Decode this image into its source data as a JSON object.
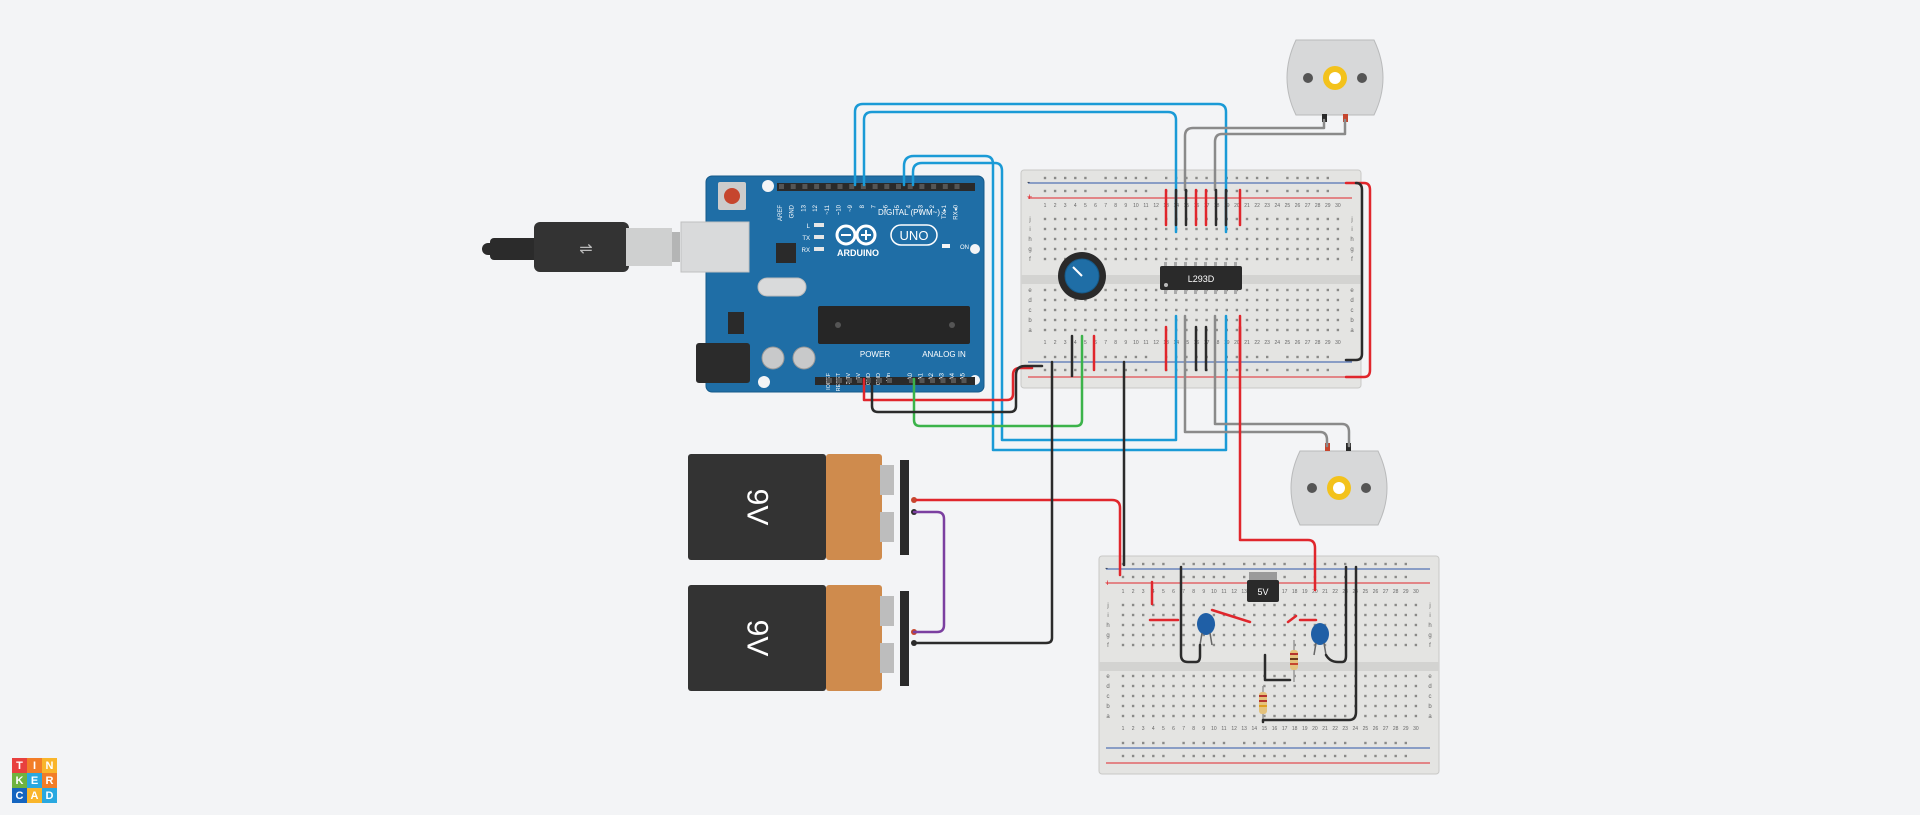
{
  "brand": {
    "logo_letters": [
      "T",
      "I",
      "N",
      "K",
      "E",
      "R",
      "C",
      "A",
      "D"
    ],
    "logo_colors": [
      "#e8403e",
      "#f27d27",
      "#f9b52b",
      "#6fb33f",
      "#29a8e0",
      "#f27d27",
      "#1565c0",
      "#f9b52b",
      "#29a8e0"
    ]
  },
  "arduino": {
    "brand_text": "ARDUINO",
    "model_text": "UNO",
    "digital_label": "DIGITAL (PWM~)",
    "digital_pins": [
      "AREF",
      "GND",
      "13",
      "12",
      "~11",
      "~10",
      "~9",
      "8",
      "7",
      "~6",
      "~5",
      "4",
      "~3",
      "2",
      "TX▸1",
      "RX◂0"
    ],
    "power_label": "POWER",
    "power_pins": [
      "IOREF",
      "RESET",
      "3.3V",
      "5V",
      "GND",
      "GND",
      "Vin"
    ],
    "analog_label": "ANALOG IN",
    "analog_pins": [
      "A0",
      "A1",
      "A2",
      "A3",
      "A4",
      "A5"
    ],
    "led_labels": [
      "L",
      "TX",
      "RX"
    ],
    "on_label": "ON",
    "board_color": "#1f6ea6"
  },
  "driver_chip": {
    "label": "L293D"
  },
  "regulator": {
    "label": "5V"
  },
  "batteries": [
    {
      "label": "9V"
    },
    {
      "label": "9V"
    }
  ],
  "breadboard_upper": {
    "column_numbers": [
      "1",
      "2",
      "3",
      "4",
      "5",
      "6",
      "7",
      "8",
      "9",
      "10",
      "11",
      "12",
      "13",
      "14",
      "15",
      "16",
      "17",
      "18",
      "19",
      "20",
      "21",
      "22",
      "23",
      "24",
      "25",
      "26",
      "27",
      "28",
      "29",
      "30"
    ],
    "row_letters_top": [
      "j",
      "i",
      "h",
      "g",
      "f"
    ],
    "row_letters_bottom": [
      "e",
      "d",
      "c",
      "b",
      "a"
    ],
    "rail_minus": "-",
    "rail_plus": "+"
  },
  "breadboard_lower": {
    "column_numbers": [
      "1",
      "2",
      "3",
      "4",
      "5",
      "6",
      "7",
      "8",
      "9",
      "10",
      "11",
      "12",
      "13",
      "14",
      "15",
      "16",
      "17",
      "18",
      "19",
      "20",
      "21",
      "22",
      "23",
      "24",
      "25",
      "26",
      "27",
      "28",
      "29",
      "30"
    ],
    "row_letters_top": [
      "j",
      "i",
      "h",
      "g",
      "f"
    ],
    "row_letters_bottom": [
      "e",
      "d",
      "c",
      "b",
      "a"
    ],
    "rail_minus": "-",
    "rail_plus": "+"
  },
  "colors": {
    "wire_blue": "#1a9ad6",
    "wire_red": "#e0262c",
    "wire_black": "#2b2b2b",
    "wire_gray": "#8a8a8a",
    "wire_green": "#3bb34a",
    "wire_purple": "#7b3fa0"
  }
}
